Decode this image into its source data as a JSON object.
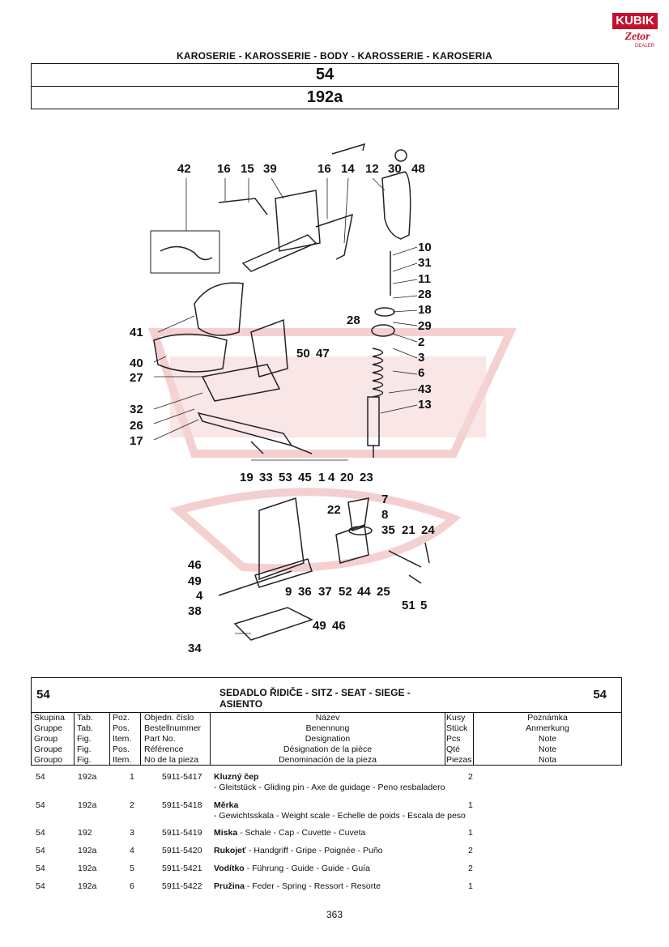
{
  "logo": {
    "line1": "KUBIK",
    "line2": "Zetor",
    "line3": "DEALER"
  },
  "header": {
    "section": "KAROSERIE - KAROSSERIE - BODY - KAROSSERIE - KAROSERIA",
    "group": "54",
    "table": "192a"
  },
  "diagram": {
    "labels": [
      "42",
      "16",
      "15",
      "39",
      "16",
      "14",
      "12",
      "30",
      "48",
      "10",
      "31",
      "11",
      "28",
      "18",
      "29",
      "41",
      "28",
      "2",
      "50",
      "47",
      "3",
      "40",
      "6",
      "27",
      "43",
      "13",
      "32",
      "26",
      "17",
      "19",
      "33",
      "53",
      "45",
      "1",
      "4",
      "20",
      "23",
      "22",
      "7",
      "8",
      "35",
      "21",
      "24",
      "46",
      "49",
      "4",
      "9",
      "36",
      "37",
      "52",
      "44",
      "25",
      "38",
      "51",
      "5",
      "49",
      "46",
      "34"
    ]
  },
  "table": {
    "group_left": "54",
    "group_right": "54",
    "title_line1": "SEDADLO ŘIDIČE - SITZ - SEAT - SIEGE -",
    "title_line2": "ASIENTO",
    "columns": [
      [
        "Skupina",
        "Gruppe",
        "Group",
        "Groupe",
        "Groupo"
      ],
      [
        "Tab.",
        "Tab.",
        "Fig.",
        "Fig.",
        "Fig."
      ],
      [
        "Poz.",
        "Pos.",
        "Item.",
        "Pos.",
        "Item."
      ],
      [
        "Objedn. číslo",
        "Bestellnummer",
        "Part No.",
        "Référence",
        "No de la pieza"
      ],
      [
        "Název",
        "Benennung",
        "Designation",
        "Désignation de la pièce",
        "Denominación de la pieza"
      ],
      [
        "Kusy",
        "Stück",
        "Pcs",
        "Qté",
        "Piezas"
      ],
      [
        "Poznámka",
        "Anmerkung",
        "Note",
        "Note",
        "Nota"
      ]
    ]
  },
  "rows": [
    {
      "group": "54",
      "tab": "192a",
      "pos": "1",
      "part": "5911-5417",
      "name_bold": "Kluzný čep",
      "name_rest": " - Gleitstück - Gliding pin - Axe de guidage - Peno resbaladero",
      "qty": "2"
    },
    {
      "group": "54",
      "tab": "192a",
      "pos": "2",
      "part": "5911-5418",
      "name_bold": "Měrka",
      "name_rest": " - Gewichtsskala - Weight scale - Echelle de poids - Escala de peso",
      "qty": "1"
    },
    {
      "group": "54",
      "tab": "192",
      "pos": "3",
      "part": "5911-5419",
      "name_bold": "Miska",
      "name_rest": " - Schale - Cap - Cuvette - Cuveta",
      "qty": "1"
    },
    {
      "group": "54",
      "tab": "192a",
      "pos": "4",
      "part": "5911-5420",
      "name_bold": "Rukojeť",
      "name_rest": " - Handgriff - Gripe - Poignée - Puño",
      "qty": "2"
    },
    {
      "group": "54",
      "tab": "192a",
      "pos": "5",
      "part": "5911-5421",
      "name_bold": "Vodítko",
      "name_rest": " - Führung - Guide - Guide - Guía",
      "qty": "2"
    },
    {
      "group": "54",
      "tab": "192a",
      "pos": "6",
      "part": "5911-5422",
      "name_bold": "Pružina",
      "name_rest": " - Feder - Spring - Ressort - Resorte",
      "qty": "1"
    }
  ],
  "page_number": "363"
}
